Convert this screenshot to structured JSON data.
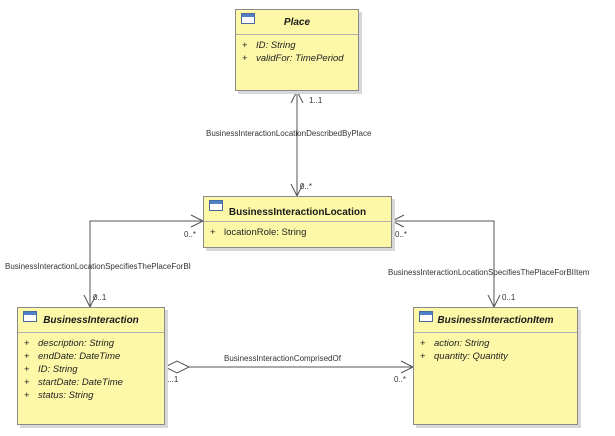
{
  "classes": {
    "place": {
      "name": "Place",
      "attributes": [
        {
          "vis": "+",
          "text": "ID: String"
        },
        {
          "vis": "+",
          "text": "validFor: TimePeriod"
        }
      ]
    },
    "bil": {
      "name": "BusinessInteractionLocation",
      "attributes": [
        {
          "vis": "+",
          "text": "locationRole: String"
        }
      ]
    },
    "bi": {
      "name": "BusinessInteraction",
      "attributes": [
        {
          "vis": "+",
          "text": "description: String"
        },
        {
          "vis": "+",
          "text": "endDate: DateTime"
        },
        {
          "vis": "+",
          "text": "ID: String"
        },
        {
          "vis": "+",
          "text": "startDate: DateTime"
        },
        {
          "vis": "+",
          "text": "status: String"
        }
      ]
    },
    "bii": {
      "name": "BusinessInteractionItem",
      "attributes": [
        {
          "vis": "+",
          "text": "action: String"
        },
        {
          "vis": "+",
          "text": "quantity: Quantity"
        }
      ]
    }
  },
  "associations": {
    "described_by_place": {
      "name": "BusinessInteractionLocationDescribedByPlace",
      "mult_top": "1..1",
      "mult_bottom": "0..*"
    },
    "place_for_bi": {
      "name": "BusinessInteractionLocationSpecifiesThePlaceForBI",
      "mult_top": "0..*",
      "mult_bottom": "0..1"
    },
    "place_for_bi_item": {
      "name": "BusinessInteractionLocationSpecifiesThePlaceForBIItem",
      "mult_top": "0..*",
      "mult_bottom": "0..1"
    },
    "comprised_of": {
      "name": "BusinessInteractionComprisedOf",
      "mult_left": "1..1",
      "mult_right": "0..*"
    }
  }
}
